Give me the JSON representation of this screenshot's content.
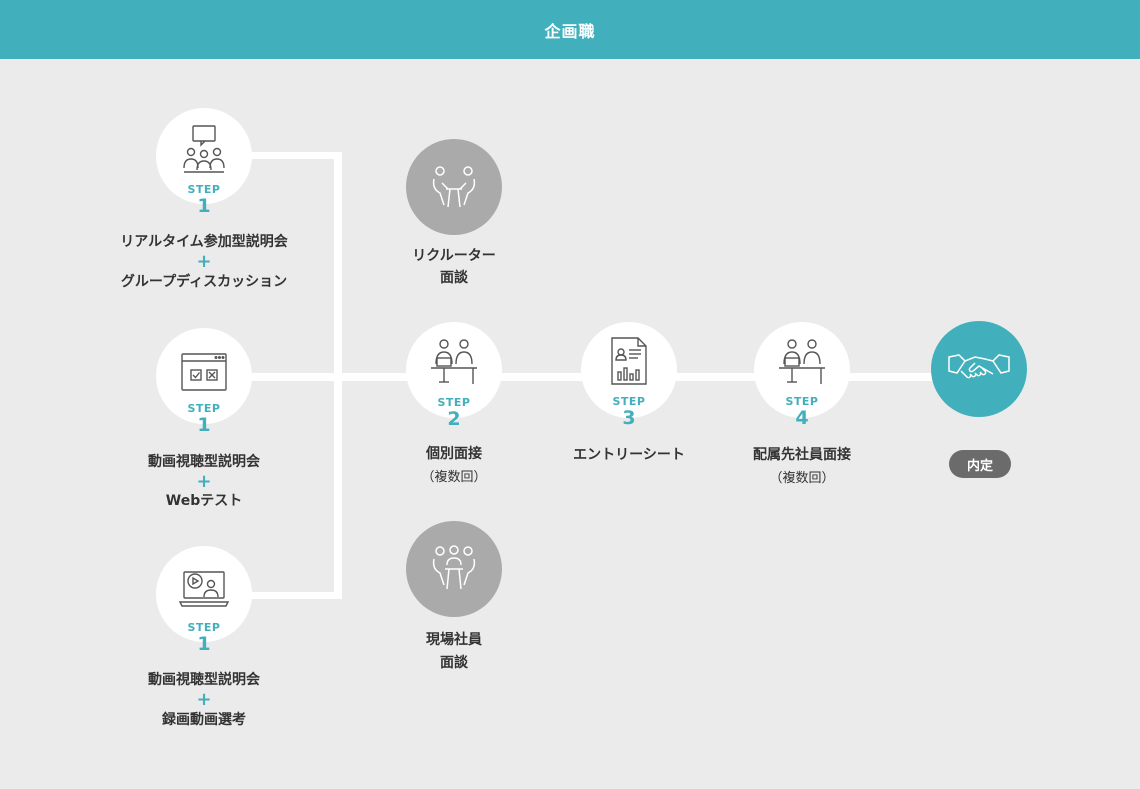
{
  "header": {
    "title": "企画職"
  },
  "steps": {
    "step1a": {
      "label": "STEP",
      "num": "1",
      "line1": "リアルタイム参加型説明会",
      "plus": "+",
      "line2": "グループディスカッション"
    },
    "step1b": {
      "label": "STEP",
      "num": "1",
      "line1": "動画視聴型説明会",
      "plus": "+",
      "line2": "Webテスト"
    },
    "step1c": {
      "label": "STEP",
      "num": "1",
      "line1": "動画視聴型説明会",
      "plus": "+",
      "line2": "録画動画選考"
    },
    "step2": {
      "label": "STEP",
      "num": "2",
      "line1": "個別面接",
      "line2": "（複数回）"
    },
    "step3": {
      "label": "STEP",
      "num": "3",
      "line1": "エントリーシート"
    },
    "step4": {
      "label": "STEP",
      "num": "4",
      "line1": "配属先社員面接",
      "line2": "（複数回）"
    }
  },
  "optional": {
    "recruiter": {
      "line1": "リクルーター",
      "line2": "面談"
    },
    "staff": {
      "line1": "現場社員",
      "line2": "面談"
    }
  },
  "final": {
    "label": "内定"
  },
  "colors": {
    "teal": "#42b0bc",
    "gray": "#aaaaaa",
    "background": "#ebebeb",
    "badge": "#6b6b6b"
  }
}
